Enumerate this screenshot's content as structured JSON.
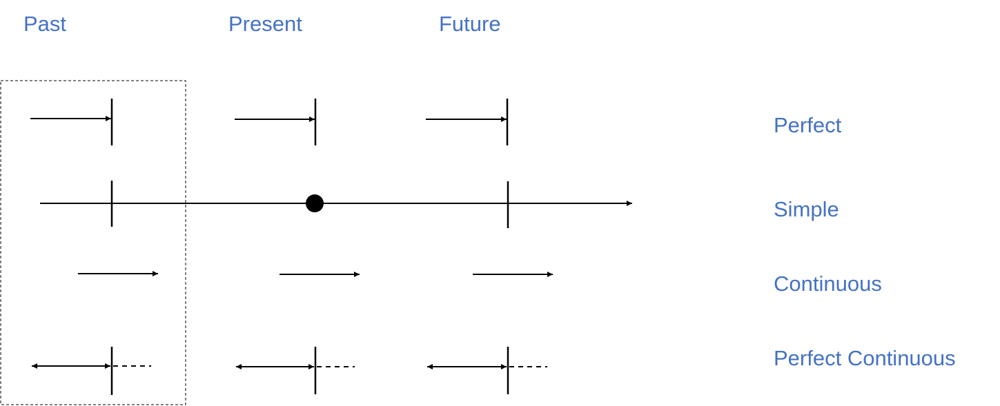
{
  "header": {
    "tenses": [
      "Past",
      "Present",
      "Future"
    ]
  },
  "legend": {
    "aspects": [
      "Perfect",
      "Simple",
      "Continuous",
      "Perfect Continuous"
    ]
  },
  "colors": {
    "label_text": "#4472C4",
    "lines": "#000000",
    "highlight_box": "#000000"
  },
  "highlight": {
    "column": "Past"
  }
}
